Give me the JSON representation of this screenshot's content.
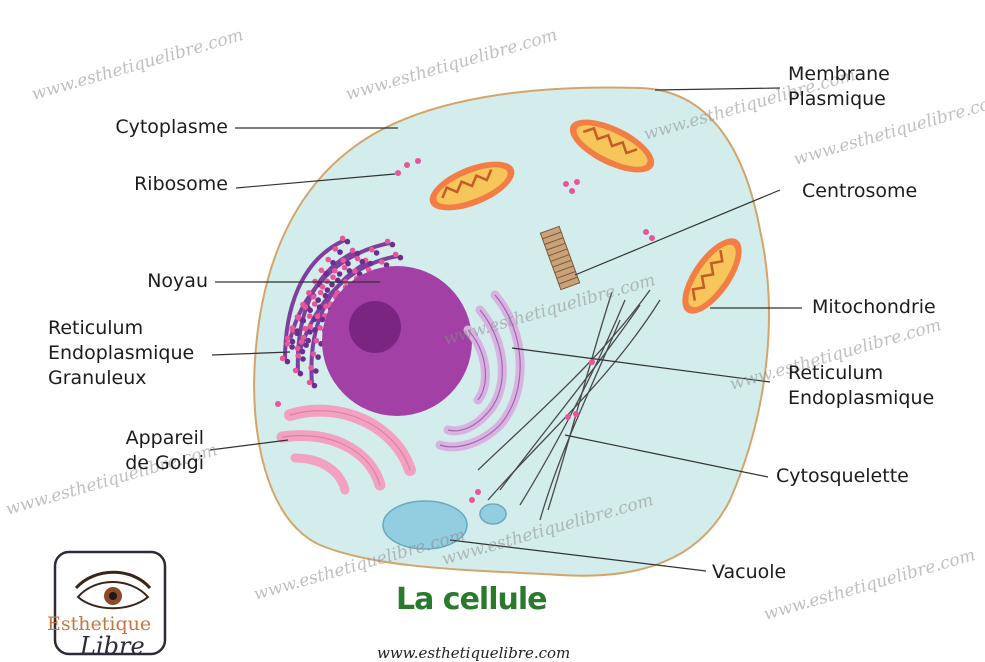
{
  "title": "La cellule",
  "footer_url": "www.esthetiquelibre.com",
  "watermark": "www.esthetiquelibre.com",
  "logo": {
    "line1": "Esthetique",
    "line2": "Libre"
  },
  "labels": {
    "cytoplasme": [
      "Cytoplasme"
    ],
    "ribosome": [
      "Ribosome"
    ],
    "noyau": [
      "Noyau"
    ],
    "reg": [
      "Reticulum",
      "Endoplasmique",
      "Granuleux"
    ],
    "golgi": [
      "Appareil",
      "de Golgi"
    ],
    "membrane": [
      "Membrane",
      "Plasmique"
    ],
    "centrosome": [
      "Centrosome"
    ],
    "mitochondrie": [
      "Mitochondrie"
    ],
    "re": [
      "Reticulum",
      "Endoplasmique"
    ],
    "cytosquelette": [
      "Cytosquelette"
    ],
    "vacuole": [
      "Vacuole"
    ]
  },
  "colors": {
    "cytoplasm": "#d3ecec",
    "membrane": "#d4a56a",
    "nucleus": "#a240a6",
    "nucleolus": "#7a2580",
    "rough_er": "#7f3f9e",
    "ribosome": "#e8559a",
    "golgi": "#f2a2c0",
    "smooth_er": "#d8b3e1",
    "mitochondria_outer": "#f27d45",
    "mitochondria_inner": "#f6c65a",
    "vacuole": "#93cde0",
    "title": "#2a7a2e"
  }
}
